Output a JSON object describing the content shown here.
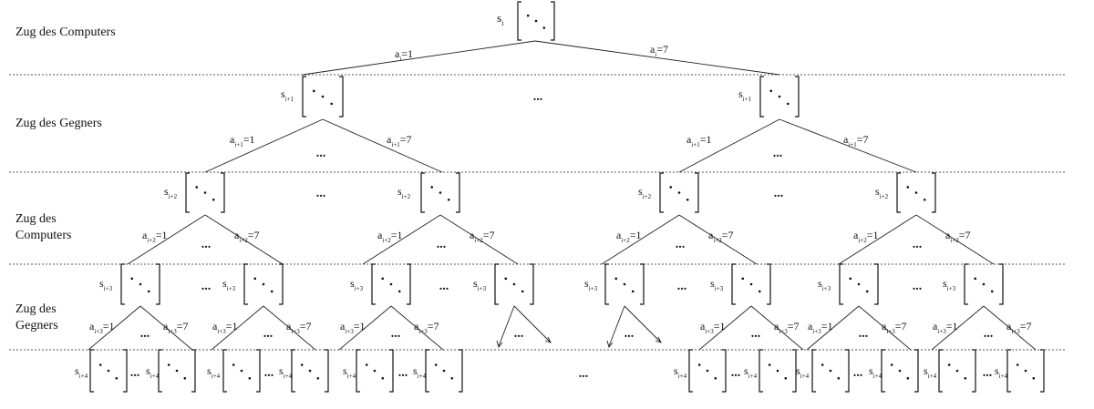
{
  "row_labels": [
    [
      "Zug des Computers"
    ],
    [
      "Zug des Gegners"
    ],
    [
      "Zug des",
      "Computers"
    ],
    [
      "Zug des",
      "Gegners"
    ]
  ],
  "ellipsis": "...",
  "levels": [
    {
      "state": {
        "base": "s",
        "sub": "i"
      },
      "edge_first": {
        "base": "a",
        "sub": "i",
        "value": "=1"
      },
      "edge_last": {
        "base": "a",
        "sub": "i",
        "value": "=7"
      }
    },
    {
      "state": {
        "base": "s",
        "sub": "i+1"
      },
      "edge_first": {
        "base": "a",
        "sub": "i+1",
        "value": "=1"
      },
      "edge_last": {
        "base": "a",
        "sub": "i+1",
        "value": "=7"
      }
    },
    {
      "state": {
        "base": "s",
        "sub": "i+2"
      },
      "edge_first": {
        "base": "a",
        "sub": "i+2",
        "value": "=1"
      },
      "edge_last": {
        "base": "a",
        "sub": "i+2",
        "value": "=7"
      }
    },
    {
      "state": {
        "base": "s",
        "sub": "i+3"
      },
      "edge_first": {
        "base": "a",
        "sub": "i+3",
        "value": "=1"
      },
      "edge_last": {
        "base": "a",
        "sub": "i+3",
        "value": "=7"
      }
    },
    {
      "state": {
        "base": "s",
        "sub": "i+4"
      }
    }
  ]
}
